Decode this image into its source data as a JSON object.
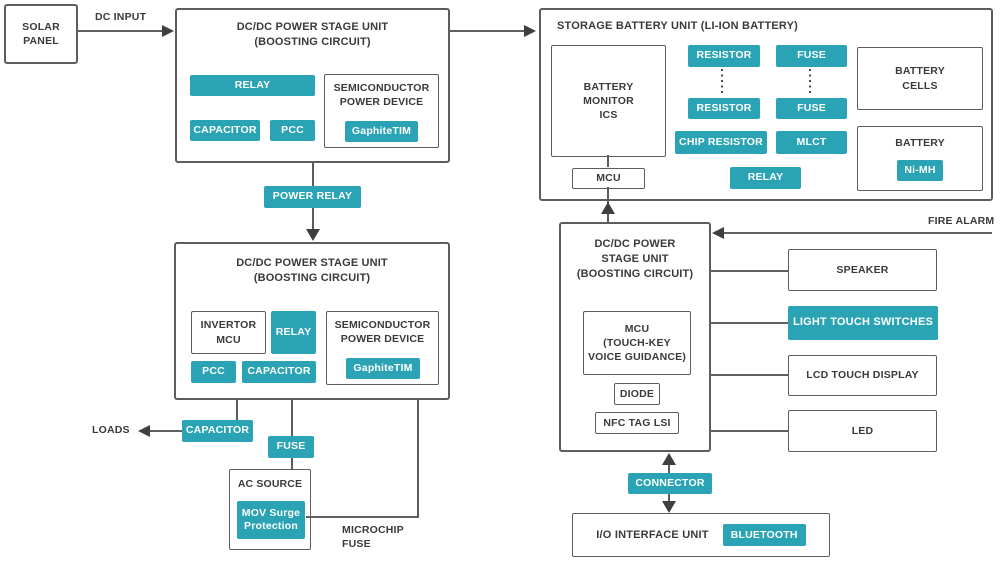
{
  "colors": {
    "teal": "#2aa4b4",
    "line": "#4a4a4a",
    "text": "#3a3a3a",
    "border": "#5d5d5d"
  },
  "solar": {
    "label": "SOLAR\nPANEL"
  },
  "labels": {
    "dc_input": "DC INPUT",
    "loads": "LOADS",
    "microchip_fuse": "MICROCHIP\nFUSE",
    "fire_alarm": "FIRE ALARM"
  },
  "unit1": {
    "title": "DC/DC POWER STAGE UNIT\n(BOOSTING CIRCUIT)",
    "relay": "RELAY",
    "capacitor": "CAPACITOR",
    "pcc": "PCC",
    "semiconductor": "SEMICONDUCTOR\nPOWER DEVICE",
    "graphite": "GaphiteTIM"
  },
  "power_relay": "POWER RELAY",
  "unit2": {
    "title": "DC/DC POWER STAGE UNIT\n(BOOSTING CIRCUIT)",
    "invertor_mcu": "INVERTOR\nMCU",
    "relay": "RELAY",
    "pcc": "PCC",
    "capacitor": "CAPACITOR",
    "semiconductor": "SEMICONDUCTOR\nPOWER DEVICE",
    "graphite": "GaphiteTIM"
  },
  "output": {
    "capacitor": "CAPACITOR",
    "fuse": "FUSE",
    "ac_source": "AC SOURCE",
    "mov": "MOV Surge\nProtection"
  },
  "storage": {
    "title": "STORAGE BATTERY UNIT (LI-ION BATTERY)",
    "battery_monitor": "BATTERY\nMONITOR\nICS",
    "mcu": "MCU",
    "resistor_top": "RESISTOR",
    "resistor_bottom": "RESISTOR",
    "fuse_top": "FUSE",
    "fuse_bottom": "FUSE",
    "chip_resistor": "CHIP RESISTOR",
    "mlct": "MLCT",
    "relay": "RELAY",
    "battery_cells": "BATTERY\nCELLS",
    "battery": "BATTERY",
    "ni_mh": "Ni-MH"
  },
  "unit3": {
    "title": "DC/DC POWER\nSTAGE UNIT\n(BOOSTING CIRCUIT)",
    "mcu": "MCU\n(TOUCH-KEY\nVOICE GUIDANCE)",
    "diode": "DIODE",
    "nfc": "NFC TAG LSI"
  },
  "peripherals": {
    "speaker": "SPEAKER",
    "light_touch_switches": "LIGHT TOUCH SWITCHES",
    "lcd_touch_display": "LCD TOUCH DISPLAY",
    "led": "LED"
  },
  "connector": "CONNECTOR",
  "io_unit": {
    "title": "I/O INTERFACE UNIT",
    "bluetooth": "BLUETOOTH"
  }
}
